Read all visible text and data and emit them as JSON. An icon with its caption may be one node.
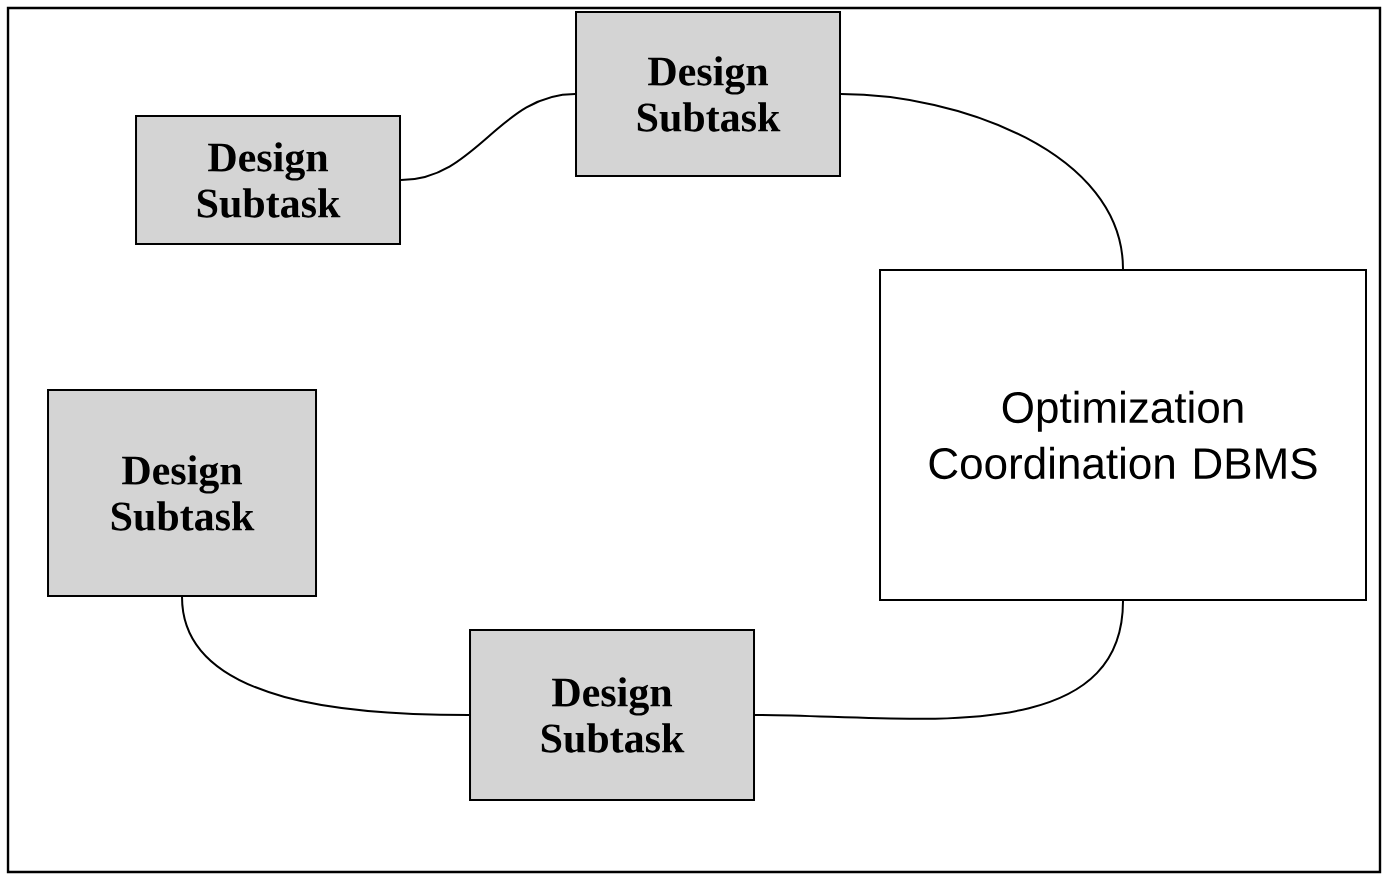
{
  "diagram": {
    "nodes": [
      {
        "text": [
          "Design Subtask"
        ]
      },
      {
        "text": [
          "Design Subtask"
        ]
      },
      {
        "text": [
          "Optimization Coordination DBMS"
        ]
      },
      {
        "text": [
          "Design Subtask"
        ]
      },
      {
        "text": [
          "Design Subtask"
        ]
      }
    ],
    "edges": [
      {
        "from": 0,
        "to": 1,
        "arrow": "none"
      },
      {
        "from": 1,
        "to": 2,
        "arrow": "none"
      },
      {
        "from": 2,
        "to": 4,
        "arrow": "none"
      },
      {
        "from": 4,
        "to": 3,
        "arrow": "none"
      }
    ]
  }
}
